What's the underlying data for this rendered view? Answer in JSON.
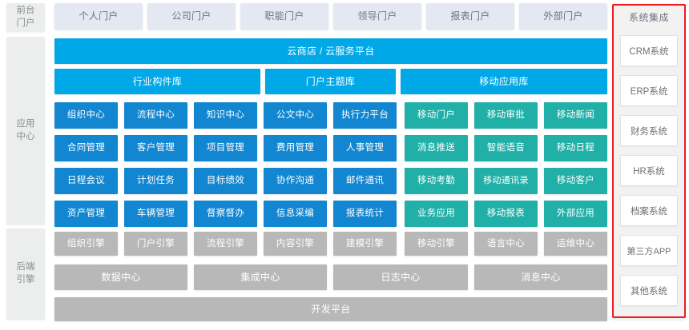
{
  "rails": [
    {
      "id": "frontend-portal",
      "lines": [
        "前台",
        "门户"
      ]
    },
    {
      "id": "app-center",
      "lines": [
        "应用",
        "中心"
      ]
    },
    {
      "id": "backend-engine",
      "lines": [
        "后端",
        "引擎"
      ]
    }
  ],
  "portal_tabs": [
    {
      "label": "个人门户"
    },
    {
      "label": "公司门户"
    },
    {
      "label": "职能门户"
    },
    {
      "label": "领导门户"
    },
    {
      "label": "报表门户"
    },
    {
      "label": "外部门户"
    }
  ],
  "cloud_bar": {
    "label": "云商店 / 云服务平台"
  },
  "library_bars": [
    {
      "label": "行业构件库"
    },
    {
      "label": "门户主题库"
    },
    {
      "label": "移动应用库"
    }
  ],
  "app_grid": {
    "blue_rows": [
      [
        "组织中心",
        "流程中心",
        "知识中心",
        "公文中心",
        "执行力平台"
      ],
      [
        "合同管理",
        "客户管理",
        "项目管理",
        "费用管理",
        "人事管理"
      ],
      [
        "日程会议",
        "计划任务",
        "目标绩效",
        "协作沟通",
        "邮件通讯"
      ],
      [
        "资产管理",
        "车辆管理",
        "督察督办",
        "信息采编",
        "报表统计"
      ]
    ],
    "teal_rows": [
      [
        "移动门户",
        "移动审批",
        "移动新闻"
      ],
      [
        "消息推送",
        "智能语音",
        "移动日程"
      ],
      [
        "移动考勤",
        "移动通讯录",
        "移动客户"
      ],
      [
        "业务应用",
        "移动报表",
        "外部应用"
      ]
    ]
  },
  "engine_row": [
    "组织引擎",
    "门户引擎",
    "流程引擎",
    "内容引擎",
    "建模引擎",
    "移动引擎",
    "语言中心",
    "运维中心"
  ],
  "center_row": [
    "数据中心",
    "集成中心",
    "日志中心",
    "消息中心"
  ],
  "platform_bar": {
    "label": "开发平台"
  },
  "integration": {
    "title": "系统集成",
    "items": [
      {
        "label": "CRM系统"
      },
      {
        "label": "ERP系统"
      },
      {
        "label": "财务系统"
      },
      {
        "label": "HR系统"
      },
      {
        "label": "档案系统"
      },
      {
        "label": "第三方APP"
      },
      {
        "label": "其他系统"
      }
    ]
  },
  "colors": {
    "sky": "#00a8e8",
    "blue": "#1286d0",
    "teal": "#21b0a8",
    "gray": "#b8b8b8",
    "portal_tab": "#e3e8f3",
    "rail": "#eceded",
    "highlight": "#f01c1c"
  }
}
